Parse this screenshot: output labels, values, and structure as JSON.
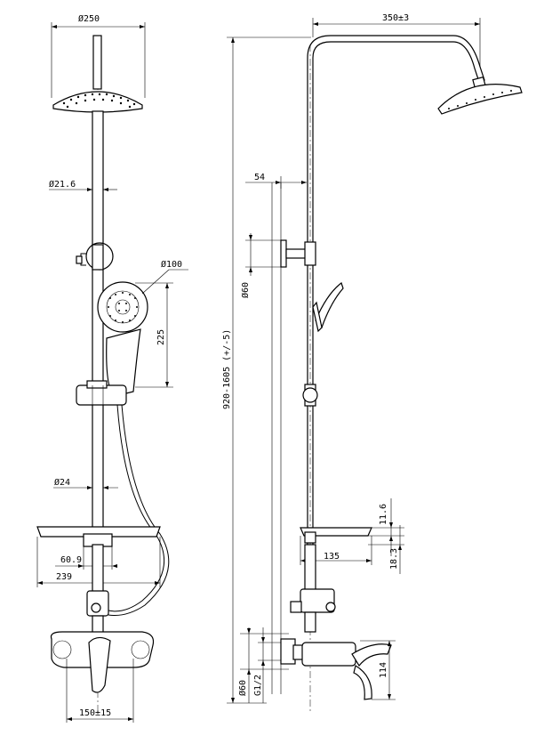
{
  "front_view": {
    "head_diameter": "Ø250",
    "pipe_diameter": "Ø21.6",
    "hand_shower_diameter": "Ø100",
    "hand_shower_height": "225",
    "lower_pipe_diameter": "Ø24",
    "shelf_inner": "60.9",
    "shelf_width": "239",
    "mixer_centers": "150±15"
  },
  "side_view": {
    "reach": "350±3",
    "wall_offset": "54",
    "flange_diameter": "Ø60",
    "total_height": "920-1605 (+/-5)",
    "shelf_thickness": "11.6",
    "shelf_height": "18.3",
    "shelf_depth": "135",
    "bottom_flange": "Ø60",
    "thread": "G1/2",
    "mixer_height": "114"
  }
}
